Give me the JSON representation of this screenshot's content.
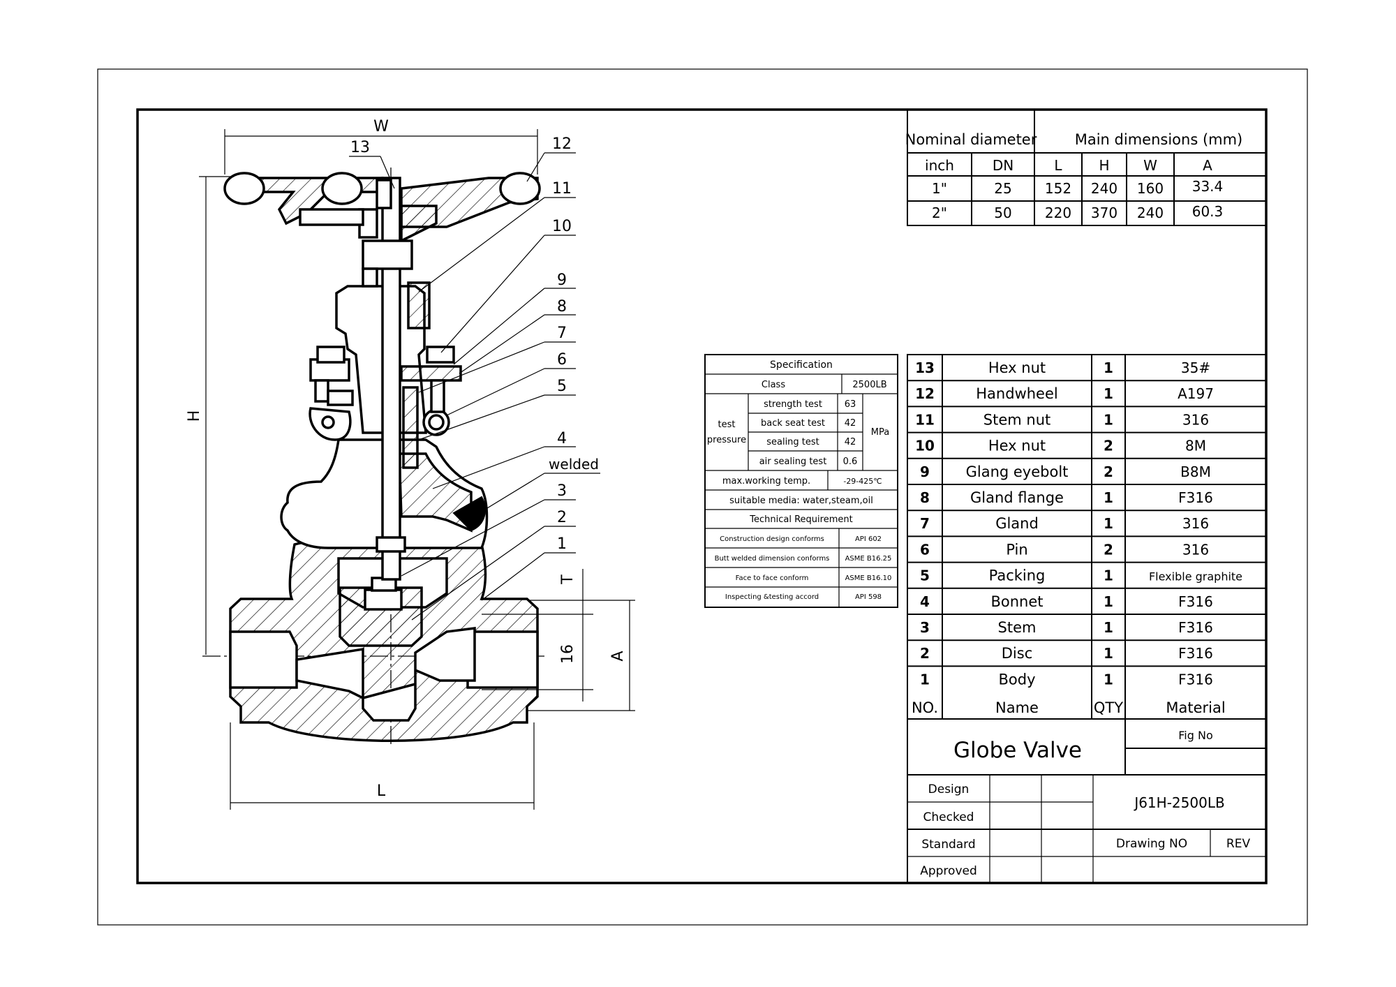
{
  "dimensions_table": {
    "nominal_header": "Nominal diameter",
    "main_header": "Main dimensions (mm)",
    "columns": [
      "inch",
      "DN",
      "L",
      "H",
      "W",
      "A"
    ],
    "rows": [
      [
        "1\"",
        "25",
        "152",
        "240",
        "160",
        "33.4"
      ],
      [
        "2\"",
        "50",
        "220",
        "370",
        "240",
        "60.3"
      ]
    ]
  },
  "spec_table": {
    "title": "Specification",
    "class_label": "Class",
    "class_value": "2500LB",
    "test_pressure_label_1": "test",
    "test_pressure_label_2": "pressure",
    "tests": [
      {
        "name": "strength test",
        "value": "63"
      },
      {
        "name": "back seat test",
        "value": "42"
      },
      {
        "name": "sealing test",
        "value": "42"
      },
      {
        "name": "air sealing test",
        "value": "0.6"
      }
    ],
    "unit": "MPa",
    "max_temp_label": "max.working temp.",
    "max_temp_value": "-29-425℃",
    "media": "suitable media: water,steam,oil",
    "tech_title": "Technical Requirement",
    "requirements": [
      {
        "name": "Construction design conforms",
        "value": "API 602"
      },
      {
        "name": "Butt welded dimension conforms",
        "value": "ASME B16.25"
      },
      {
        "name": "Face to face conform",
        "value": "ASME B16.10"
      },
      {
        "name": "Inspecting &testing accord",
        "value": "API 598"
      }
    ]
  },
  "parts_list": {
    "rows": [
      {
        "no": "13",
        "name": "Hex nut",
        "qty": "1",
        "material": "35#"
      },
      {
        "no": "12",
        "name": "Handwheel",
        "qty": "1",
        "material": "A197"
      },
      {
        "no": "11",
        "name": "Stem nut",
        "qty": "1",
        "material": "316"
      },
      {
        "no": "10",
        "name": "Hex nut",
        "qty": "2",
        "material": "8M"
      },
      {
        "no": "9",
        "name": "Glang eyebolt",
        "qty": "2",
        "material": "B8M"
      },
      {
        "no": "8",
        "name": "Gland flange",
        "qty": "1",
        "material": "F316"
      },
      {
        "no": "7",
        "name": "Gland",
        "qty": "1",
        "material": "316"
      },
      {
        "no": "6",
        "name": "Pin",
        "qty": "2",
        "material": "316"
      },
      {
        "no": "5",
        "name": "Packing",
        "qty": "1",
        "material": "Flexible graphite"
      },
      {
        "no": "4",
        "name": "Bonnet",
        "qty": "1",
        "material": "F316"
      },
      {
        "no": "3",
        "name": "Stem",
        "qty": "1",
        "material": "F316"
      },
      {
        "no": "2",
        "name": "Disc",
        "qty": "1",
        "material": "F316"
      },
      {
        "no": "1",
        "name": "Body",
        "qty": "1",
        "material": "F316"
      }
    ],
    "headers": {
      "no": "NO.",
      "name": "Name",
      "qty": "QTY",
      "material": "Material"
    }
  },
  "title_block": {
    "title": "Globe Valve",
    "fig_no_label": "Fig No",
    "fig_no_value": "",
    "model": "J61H-2500LB",
    "design": "Design",
    "checked": "Checked",
    "standard": "Standard",
    "approved": "Approved",
    "drawing_no": "Drawing NO",
    "rev": "REV"
  },
  "drawing": {
    "dim_W": "W",
    "dim_H": "H",
    "dim_L": "L",
    "dim_A": "A",
    "dim_T": "T",
    "dim_16": "16",
    "welded_label": "welded",
    "balloons": [
      "13",
      "12",
      "11",
      "10",
      "9",
      "8",
      "7",
      "6",
      "5",
      "4",
      "3",
      "2",
      "1"
    ]
  }
}
